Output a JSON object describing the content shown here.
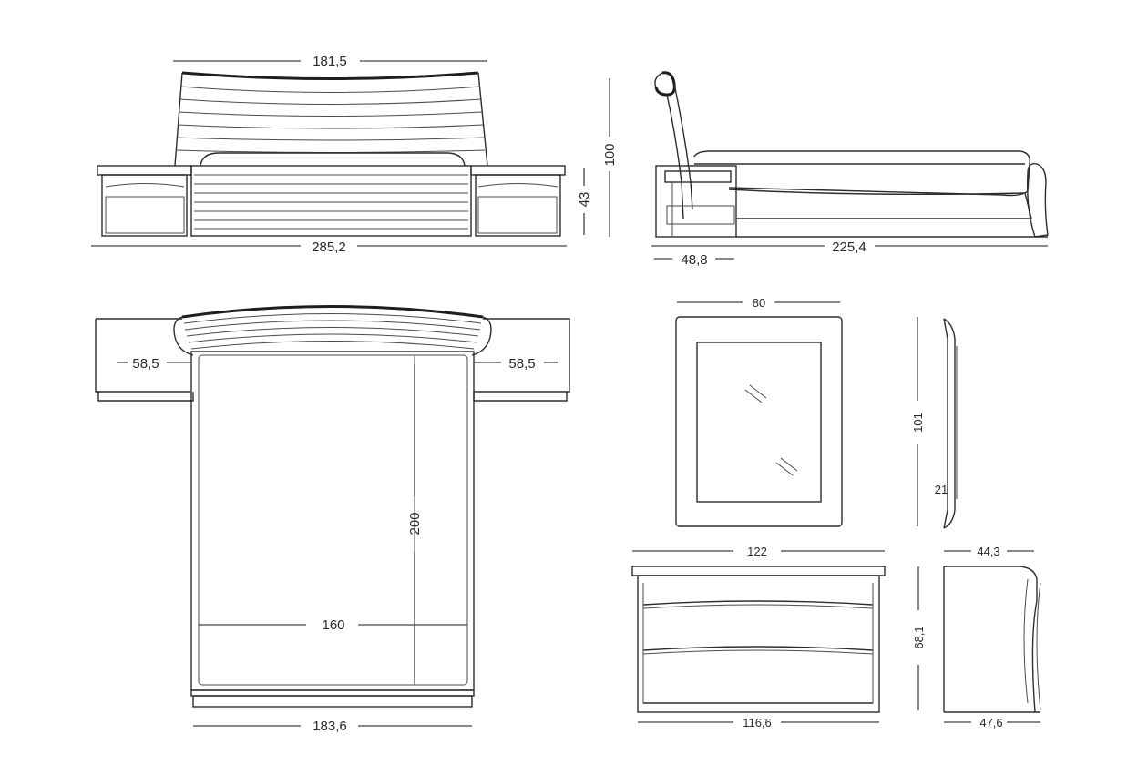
{
  "dimensions": {
    "headboard_width": "181,5",
    "front_total_width": "285,2",
    "headboard_height": "100",
    "nightstand_height": "43",
    "bed_length": "225,4",
    "nightstand_depth": "48,8",
    "nightstand_width_left": "58,5",
    "nightstand_width_right": "58,5",
    "mattress_length": "200",
    "mattress_width": "160",
    "bed_width_total": "183,6",
    "mirror_width": "80",
    "mirror_height": "101",
    "mirror_depth": "21",
    "dresser_top_width": "122",
    "dresser_base_width": "116,6",
    "dresser_height": "68,1",
    "dresser_depth_top": "44,3",
    "dresser_depth_base": "47,6"
  },
  "colors": {
    "line": "#2d2d2d",
    "background": "#ffffff"
  }
}
